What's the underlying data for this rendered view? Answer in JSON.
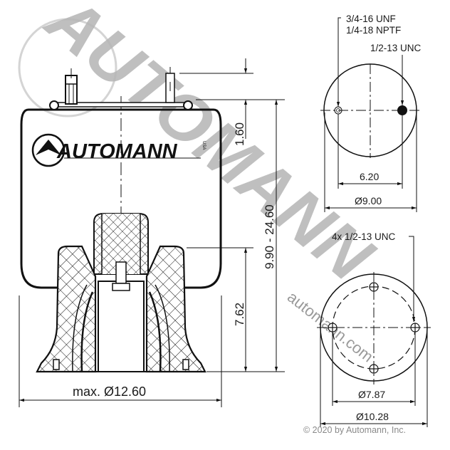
{
  "drawing": {
    "brand": "AUTOMANN",
    "brand_suffix": "USA",
    "watermark_text": "AUTOMANN",
    "watermark_url": "automann.com",
    "colors": {
      "line": "#111111",
      "watermark": "#b5b5b5",
      "copyright": "#8a8a8a"
    }
  },
  "side_view": {
    "dim_top_offset": "1.60",
    "dim_height_range": "9.90 - 24.60",
    "dim_piston_height": "7.62",
    "dim_max_diameter": "max. Ø12.60"
  },
  "top_plate_view": {
    "callout_air_fitting_line1": "3/4-16 UNF",
    "callout_air_fitting_line2": "1/4-18 NPTF",
    "callout_stud": "1/2-13 UNC",
    "dim_stud_spacing": "6.20",
    "dim_plate_diameter": "Ø9.00"
  },
  "bottom_piston_view": {
    "callout_holes": "4x 1/2-13 UNC",
    "dim_bolt_circle": "Ø7.87",
    "dim_piston_diameter": "Ø10.28"
  },
  "footer": {
    "copyright": "© 2020 by Automann, Inc."
  }
}
